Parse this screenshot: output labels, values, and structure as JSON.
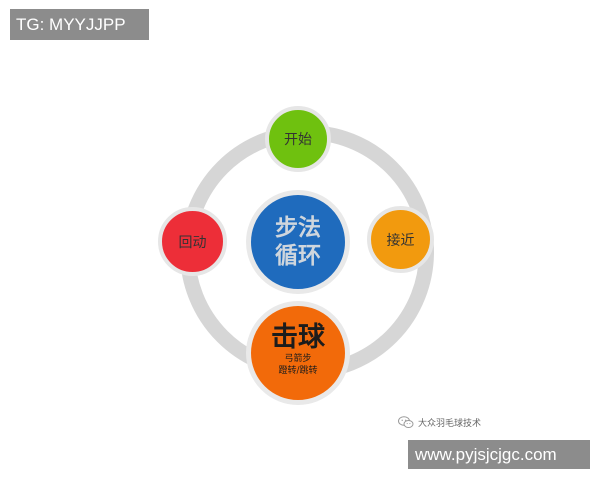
{
  "header_tag": "TG: MYYJJPP",
  "footer_site": "www.pyjsjcjgc.com",
  "watermark": {
    "text": "大众羽毛球技术",
    "icon": "wechat-icon"
  },
  "diagram": {
    "center_line1": "步法",
    "center_line2": "循环",
    "nodes": {
      "start": "开始",
      "approach": "接近",
      "return": "回动",
      "hit": {
        "title": "击球",
        "sub1": "弓箭步",
        "sub2": "蹬转/跳转"
      }
    },
    "colors": {
      "start": "#6fc10f",
      "approach": "#f29a0e",
      "return": "#ed2e38",
      "center": "#1f6bbd",
      "hit": "#f26a0a",
      "ring": "#d6d6d6"
    }
  }
}
